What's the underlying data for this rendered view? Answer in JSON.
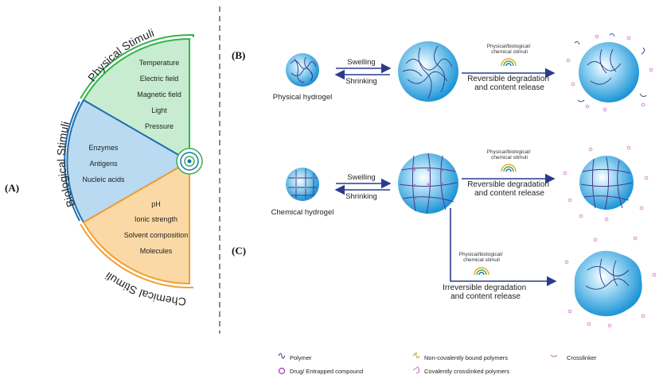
{
  "panels": {
    "a": "(A)",
    "b": "(B)",
    "c": "(C)"
  },
  "stimuli": {
    "physical": {
      "title": "Physical Stimuli",
      "items": [
        "Temperature",
        "Electric field",
        "Magnetic field",
        "Light",
        "Pressure"
      ],
      "color": "#c8ecd0",
      "stroke": "#33b34a"
    },
    "biological": {
      "title": "Biological Stimuli",
      "items": [
        "Enzymes",
        "Antigens",
        "Nucleic acids"
      ],
      "color": "#b9daf0",
      "stroke": "#1f6fb2"
    },
    "chemical": {
      "title": "Chemical Stimuli",
      "items": [
        "pH",
        "Ionic strength",
        "Solvent composition",
        "Molecules"
      ],
      "color": "#fbd9a6",
      "stroke": "#f0a030"
    }
  },
  "hydrogels": {
    "physical": "Physical hydrogel",
    "chemical": "Chemical hydrogel"
  },
  "arrows": {
    "swelling": "Swelling",
    "shrinking": "Shrinking",
    "stimuli": [
      "Physical/biological/",
      "chemical stimuli"
    ],
    "reversible": [
      "Reversible degradation",
      "and content release"
    ],
    "irreversible": [
      "Irreversible degradation",
      "and content release"
    ]
  },
  "legend": {
    "polymer": "Polymer",
    "drug": "Drug/ Entrapped compound",
    "noncovalent": "Non-covalently bound polymers",
    "covalent": "Covalently crosslinked polymers",
    "crosslinker": "Crosslinker"
  },
  "colors": {
    "arrow": "#2b3a8f",
    "sphere": "#36a9e1",
    "drug": "#d98ad8"
  }
}
